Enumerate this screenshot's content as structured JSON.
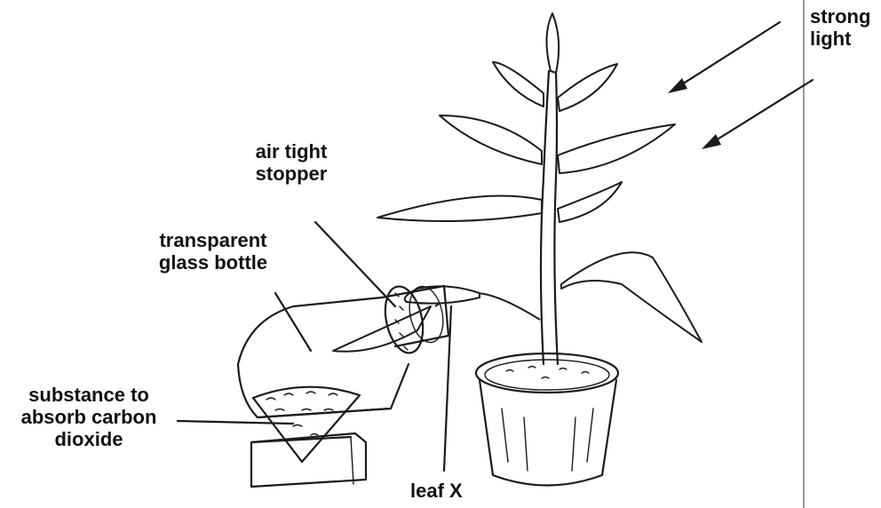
{
  "labels": {
    "strong_light": [
      "strong",
      "light"
    ],
    "air_tight_stopper": [
      "air tight",
      "stopper"
    ],
    "transparent_glass_bottle": [
      "transparent",
      "glass bottle"
    ],
    "substance": [
      "substance to",
      "absorb carbon",
      "dioxide"
    ],
    "leaf_x": "leaf X"
  },
  "colors": {
    "ink": "#1a1a1a",
    "background": "#ffffff"
  }
}
